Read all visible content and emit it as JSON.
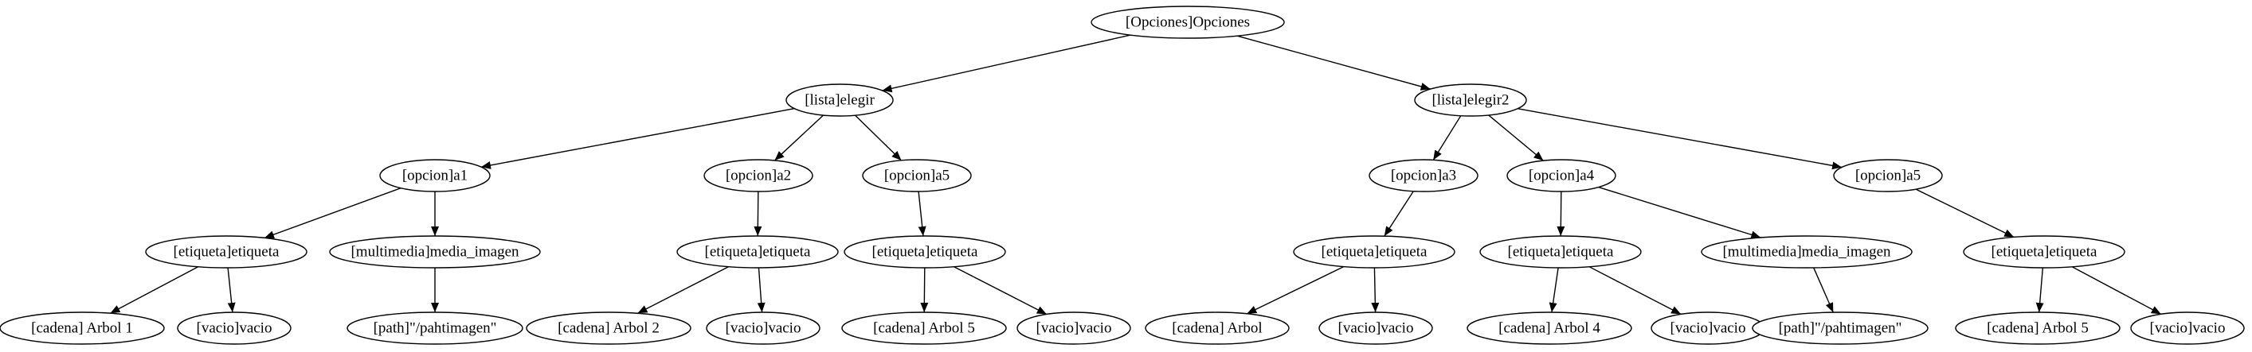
{
  "nodes": [
    {
      "id": "root",
      "label": "[Opciones]Opciones"
    },
    {
      "id": "l1",
      "label": "[lista]elegir"
    },
    {
      "id": "l2",
      "label": "[lista]elegir2"
    },
    {
      "id": "o1",
      "label": "[opcion]a1"
    },
    {
      "id": "o2",
      "label": "[opcion]a2"
    },
    {
      "id": "o3",
      "label": "[opcion]a5"
    },
    {
      "id": "o4",
      "label": "[opcion]a3"
    },
    {
      "id": "o5",
      "label": "[opcion]a4"
    },
    {
      "id": "o6",
      "label": "[opcion]a5"
    },
    {
      "id": "e1",
      "label": "[etiqueta]etiqueta"
    },
    {
      "id": "m1",
      "label": "[multimedia]media_imagen"
    },
    {
      "id": "e2",
      "label": "[etiqueta]etiqueta"
    },
    {
      "id": "e3",
      "label": "[etiqueta]etiqueta"
    },
    {
      "id": "e4",
      "label": "[etiqueta]etiqueta"
    },
    {
      "id": "e5",
      "label": "[etiqueta]etiqueta"
    },
    {
      "id": "m2",
      "label": "[multimedia]media_imagen"
    },
    {
      "id": "e6",
      "label": "[etiqueta]etiqueta"
    },
    {
      "id": "c1",
      "label": "[cadena] Arbol 1"
    },
    {
      "id": "v1",
      "label": "[vacio]vacio"
    },
    {
      "id": "p1",
      "label": "[path]\"/pahtimagen\""
    },
    {
      "id": "c2",
      "label": "[cadena] Arbol 2"
    },
    {
      "id": "v2",
      "label": "[vacio]vacio"
    },
    {
      "id": "c3",
      "label": "[cadena] Arbol 5"
    },
    {
      "id": "v3",
      "label": "[vacio]vacio"
    },
    {
      "id": "c4",
      "label": "[cadena] Arbol"
    },
    {
      "id": "v4",
      "label": "[vacio]vacio"
    },
    {
      "id": "c5",
      "label": "[cadena] Arbol 4"
    },
    {
      "id": "v5",
      "label": "[vacio]vacio"
    },
    {
      "id": "p2",
      "label": "[path]\"/pahtimagen\""
    },
    {
      "id": "c6",
      "label": "[cadena] Arbol 5"
    },
    {
      "id": "v6",
      "label": "[vacio]vacio"
    }
  ],
  "edges": [
    [
      "root",
      "l1"
    ],
    [
      "root",
      "l2"
    ],
    [
      "l1",
      "o1"
    ],
    [
      "l1",
      "o2"
    ],
    [
      "l1",
      "o3"
    ],
    [
      "l2",
      "o4"
    ],
    [
      "l2",
      "o5"
    ],
    [
      "l2",
      "o6"
    ],
    [
      "o1",
      "e1"
    ],
    [
      "o1",
      "m1"
    ],
    [
      "o2",
      "e2"
    ],
    [
      "o3",
      "e3"
    ],
    [
      "o4",
      "e4"
    ],
    [
      "o5",
      "e5"
    ],
    [
      "o5",
      "m2"
    ],
    [
      "o6",
      "e6"
    ],
    [
      "e1",
      "c1"
    ],
    [
      "e1",
      "v1"
    ],
    [
      "m1",
      "p1"
    ],
    [
      "e2",
      "c2"
    ],
    [
      "e2",
      "v2"
    ],
    [
      "e3",
      "c3"
    ],
    [
      "e3",
      "v3"
    ],
    [
      "e4",
      "c4"
    ],
    [
      "e4",
      "v4"
    ],
    [
      "e5",
      "c5"
    ],
    [
      "e5",
      "v5"
    ],
    [
      "m2",
      "p2"
    ],
    [
      "e6",
      "c6"
    ],
    [
      "e6",
      "v6"
    ]
  ]
}
